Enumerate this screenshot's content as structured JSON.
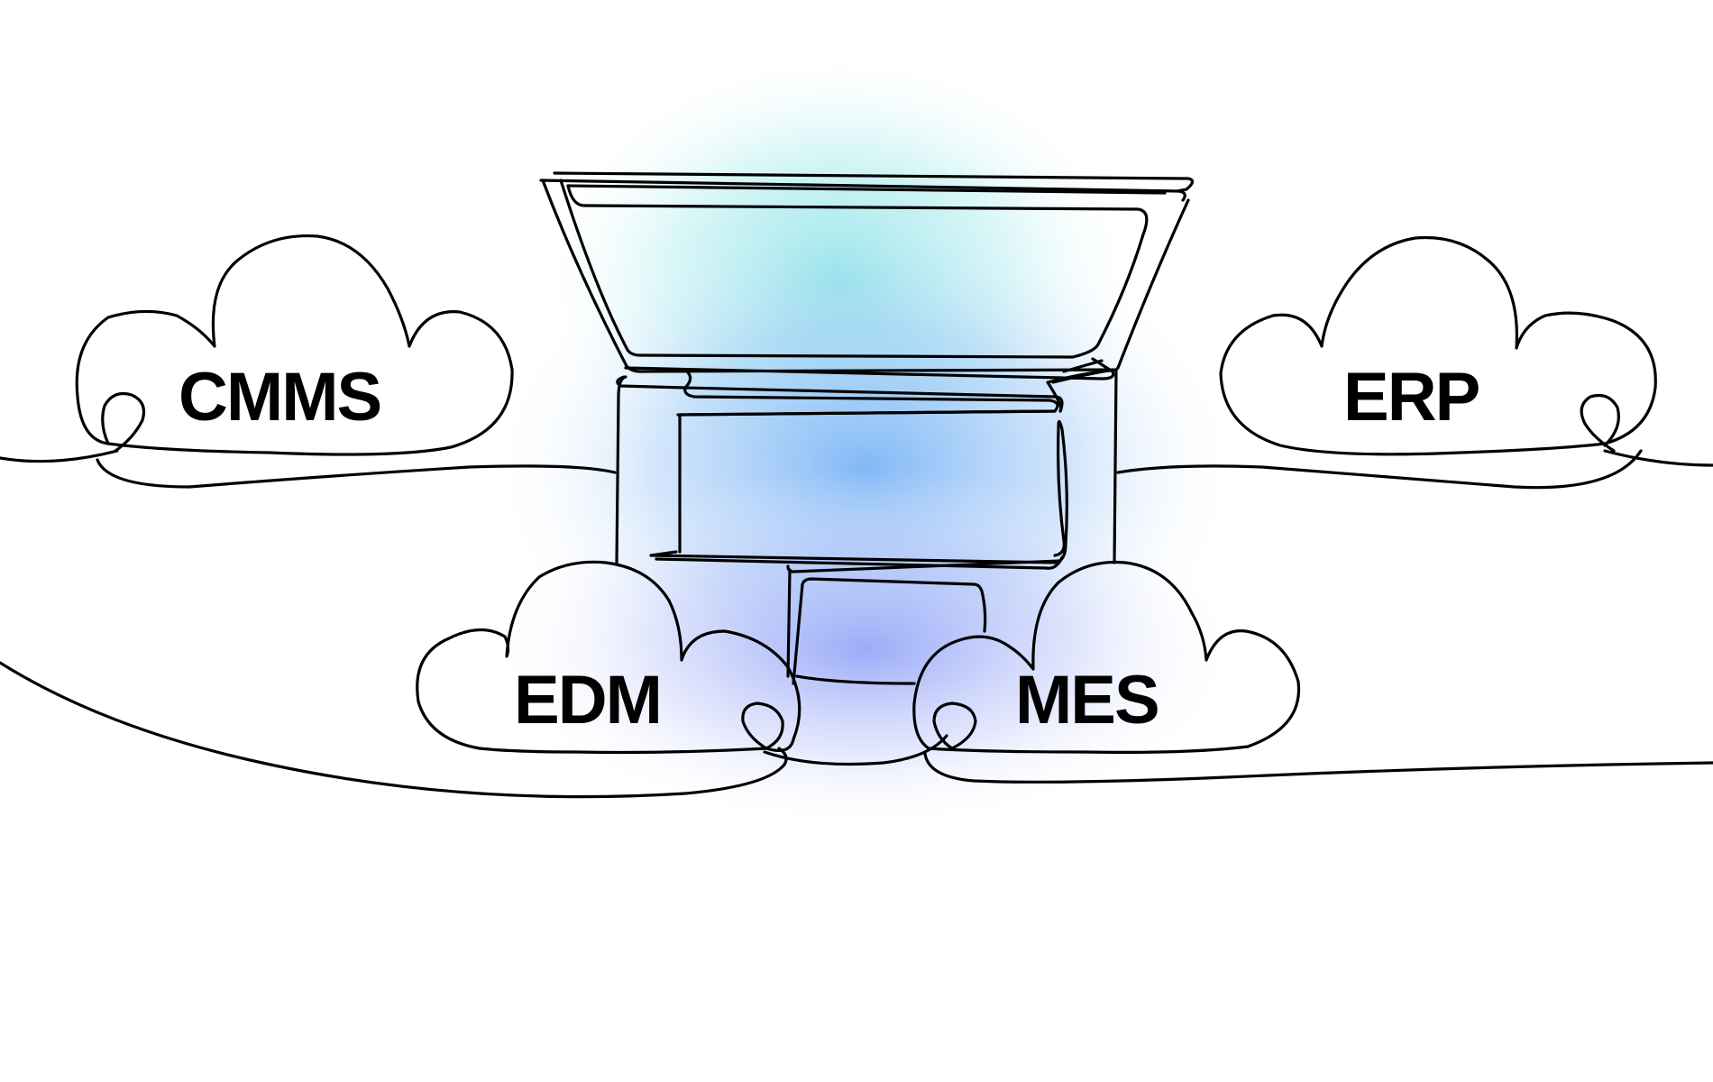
{
  "clouds": {
    "cmms": "CMMS",
    "erp": "ERP",
    "edm": "EDM",
    "mes": "MES"
  },
  "icons": {
    "center": "laptop-icon",
    "cloud": "cloud-icon"
  },
  "colors": {
    "glow_top": "#8fe3e6",
    "glow_mid": "#7fb8f5",
    "glow_bottom": "#8fa2f7",
    "stroke": "#000000",
    "background": "#ffffff"
  }
}
